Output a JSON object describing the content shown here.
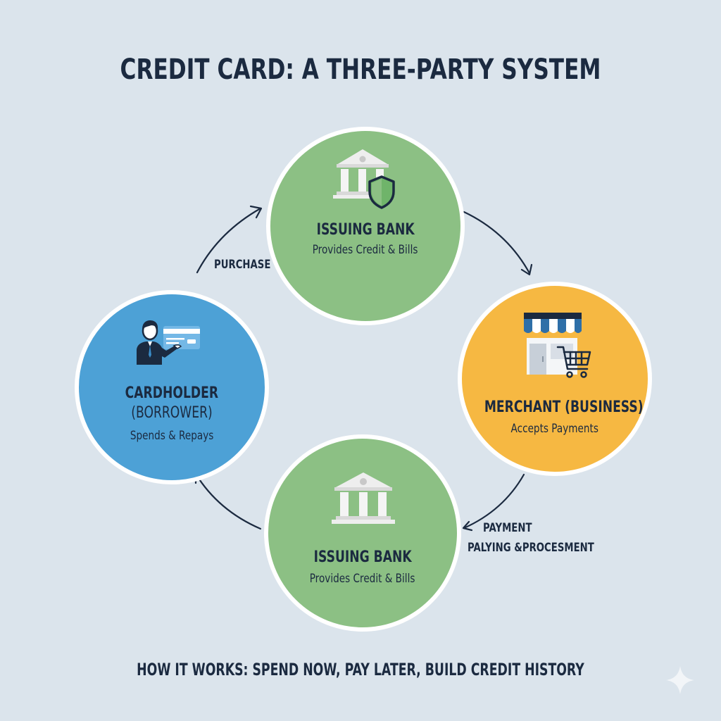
{
  "title": "CREDIT CARD: A THREE-PARTY SYSTEM",
  "footer": "HOW IT WORKS: SPEND NOW, PAY LATER, BUILD CREDIT HISTORY",
  "colors": {
    "background": "#dbe4ec",
    "text": "#1b2a40",
    "bank_green": "#8cc084",
    "cardholder_blue": "#4da1d6",
    "merchant_yellow": "#f6b842",
    "ring": "#ffffff"
  },
  "nodes": {
    "bank_top": {
      "name": "ISSUING BANK",
      "description": "Provides Credit & Bills",
      "icons": [
        "bank-icon",
        "shield-icon"
      ]
    },
    "cardholder": {
      "name": "CARDHOLDER",
      "name_sub": "(BORROWER)",
      "description": "Spends & Repays",
      "icons": [
        "person-with-card-icon"
      ]
    },
    "merchant": {
      "name": "MERCHANT (BUSINESS)",
      "description": "Accepts Payments",
      "icons": [
        "storefront-icon",
        "shopping-cart-icon"
      ]
    },
    "bank_bottom": {
      "name": "ISSUING BANK",
      "description": "Provides Credit & Bills",
      "icons": [
        "bank-icon"
      ]
    }
  },
  "flows": {
    "purchase_label": "PURCHASE",
    "payment_label_line1": "PAYMENT",
    "payment_label_line2": "PALYING &PROCESMENT"
  }
}
